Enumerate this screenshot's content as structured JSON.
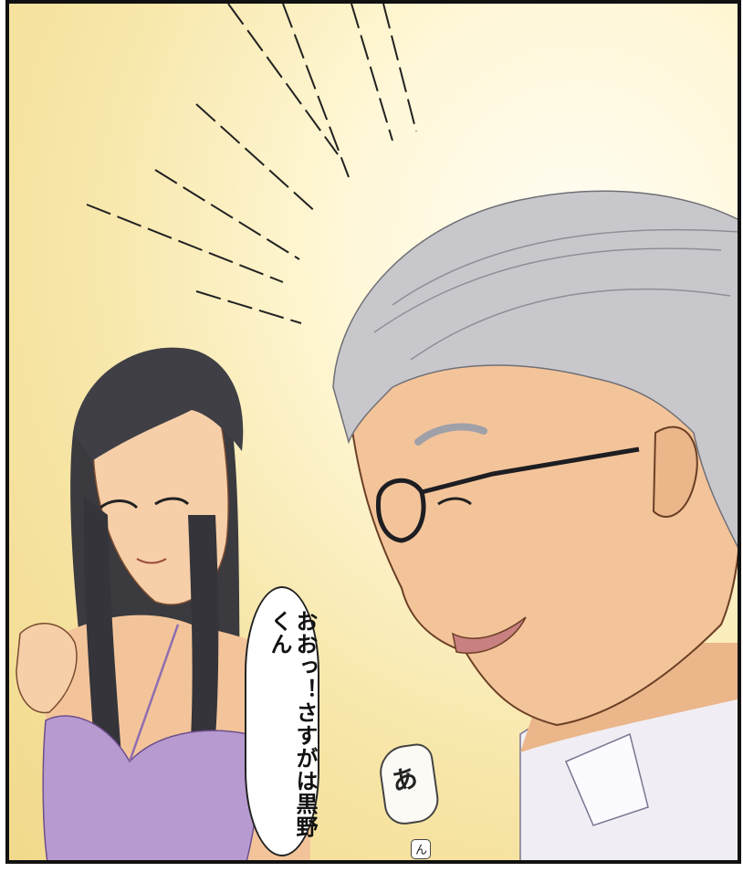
{
  "panel": {
    "speech_bubble": {
      "text": "おおっ！さすがは黒野くん"
    },
    "sfx_large": {
      "text": "あ"
    },
    "sfx_small": {
      "text": "ん"
    }
  },
  "colors": {
    "background": "#f7e6a8",
    "hair_woman": "#3a3a3f",
    "hair_man": "#c8c8cc",
    "skin": "#f3c49a",
    "bra": "#b79ad0",
    "shirt": "#f0eef4"
  },
  "characters": [
    "woman-black-hair-purple-top",
    "older-man-glasses-grey-hair"
  ]
}
